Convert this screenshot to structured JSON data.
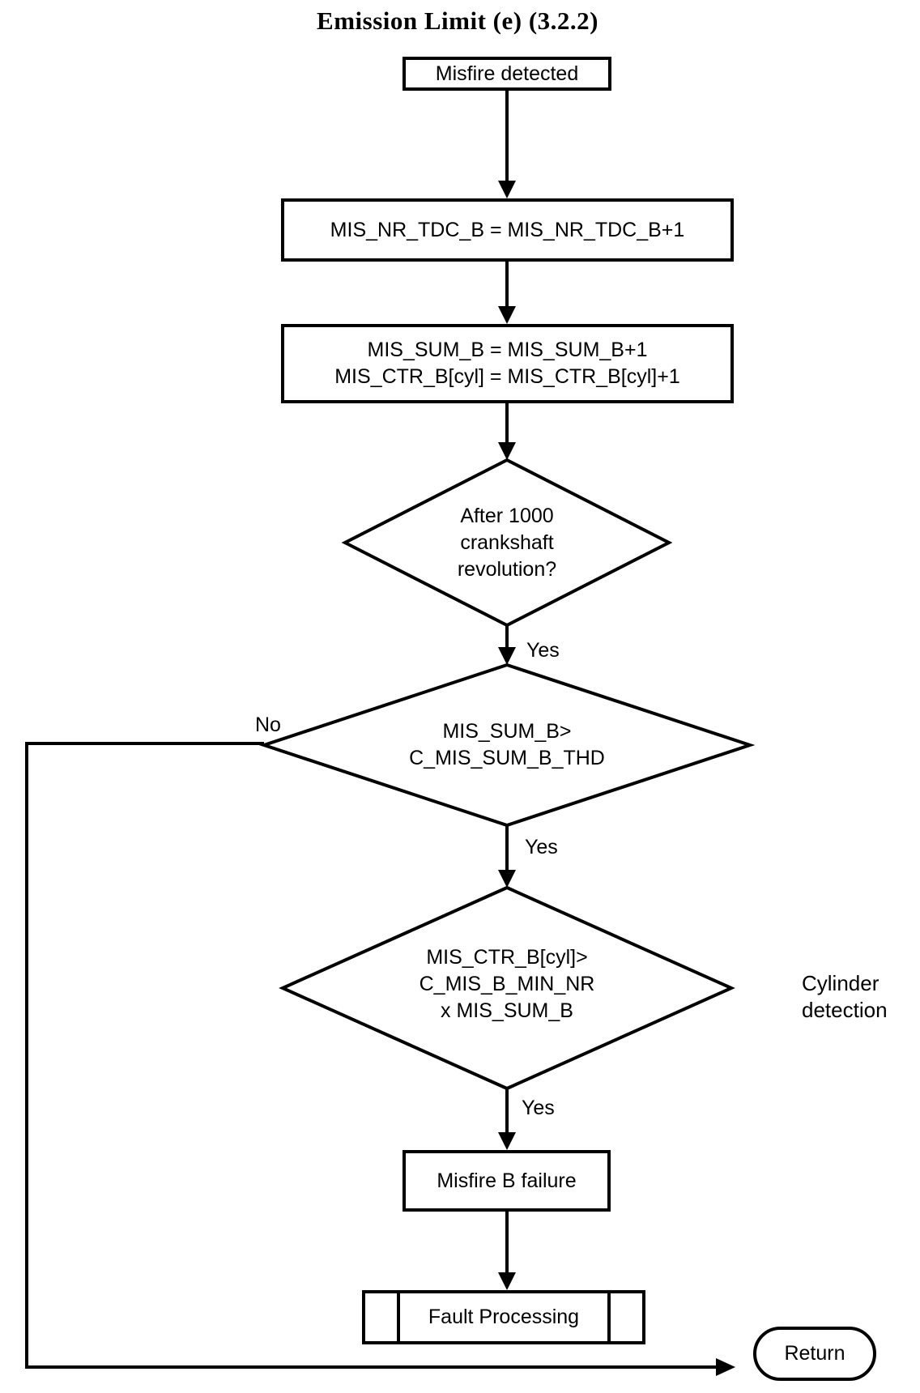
{
  "title": "Emission Limit (e) (3.2.2)",
  "nodes": {
    "start": {
      "label": "Misfire detected"
    },
    "tdc_increment": {
      "label": "MIS_NR_TDC_B = MIS_NR_TDC_B+1"
    },
    "sum_increment": {
      "line1": "MIS_SUM_B = MIS_SUM_B+1",
      "line2": "MIS_CTR_B[cyl] = MIS_CTR_B[cyl]+1"
    },
    "decision_revolutions": {
      "line1": "After 1000",
      "line2": "crankshaft",
      "line3": "revolution?"
    },
    "decision_sum_threshold": {
      "line1": "MIS_SUM_B>",
      "line2": "C_MIS_SUM_B_THD"
    },
    "decision_cylinder": {
      "line1": "MIS_CTR_B[cyl]>",
      "line2": "C_MIS_B_MIN_NR",
      "line3": "x MIS_SUM_B"
    },
    "failure": {
      "label": "Misfire B failure"
    },
    "fault_processing": {
      "label": "Fault Processing"
    },
    "return": {
      "label": "Return"
    }
  },
  "edge_labels": {
    "yes_revolutions": "Yes",
    "no_sum_threshold": "No",
    "yes_sum_threshold": "Yes",
    "yes_cylinder": "Yes"
  },
  "annotation": {
    "line1": "Cylinder",
    "line2": "detection"
  },
  "colors": {
    "stroke": "#000000",
    "background": "#ffffff",
    "text": "#000000"
  }
}
